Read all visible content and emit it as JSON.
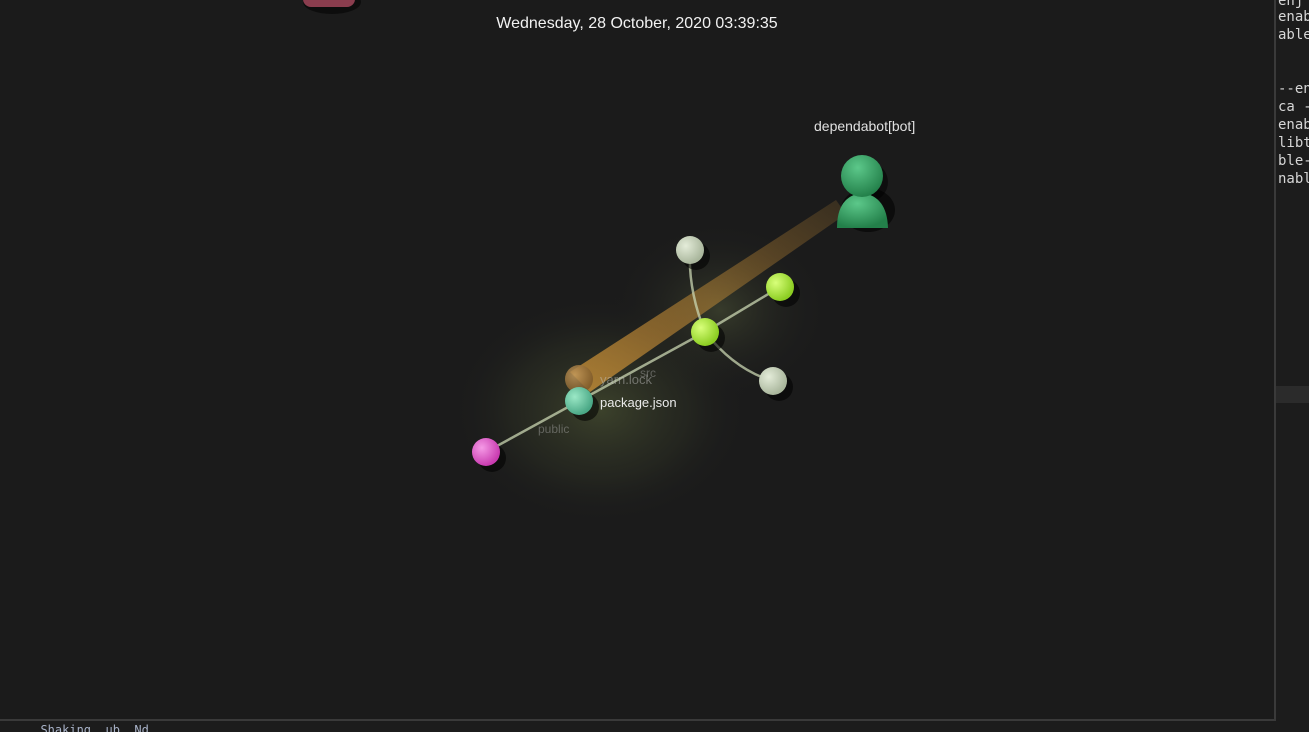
{
  "visualization": {
    "timestamp": "Wednesday, 28 October, 2020 03:39:35",
    "user": {
      "name": "dependabot[bot]",
      "color": "#2e9a5c"
    },
    "files": [
      {
        "name": "package.json",
        "color": "#62c6a0"
      },
      {
        "name": "yarn.lock",
        "color": "#a87a40"
      }
    ],
    "directories": [
      "src",
      "public"
    ],
    "node_colors": {
      "green": "#a8e83c",
      "pale": "#c7d3bd",
      "magenta": "#e24fc9",
      "teal": "#62c6a0",
      "beam": "#d49638"
    }
  },
  "terminal": {
    "lines": [
      "enj",
      "enab",
      "able",
      "",
      "--en",
      "ca -",
      "enab",
      "libt",
      "ble-",
      "nabl"
    ]
  },
  "bottom_strip": {
    "text": "  Shaking  ub  Nd"
  }
}
